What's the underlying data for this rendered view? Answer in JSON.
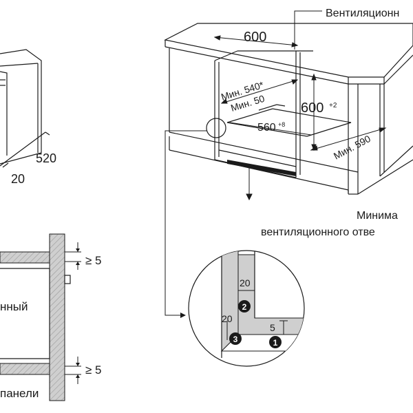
{
  "labels": {
    "ventilation_top": "Вентиляционн",
    "w600": "600",
    "min540": "Мин. 540*",
    "min50": "Мин. 50",
    "h600": "600",
    "h600_sup": "+2",
    "w560": "560",
    "w560_sup": "+8",
    "min590": "Мин. 590",
    "d520": "520",
    "d20": "20",
    "ge5_top": "≥ 5",
    "ge5_bottom": "≥ 5",
    "min_opening_1": "Минима",
    "min_opening_2": "вентиляционного отве",
    "left_text_1": "нный",
    "left_text_2": "панели",
    "detail_20_top": "20",
    "detail_20_left": "20",
    "detail_5": "5",
    "marker_1": "1",
    "marker_2": "2",
    "marker_3": "3"
  }
}
